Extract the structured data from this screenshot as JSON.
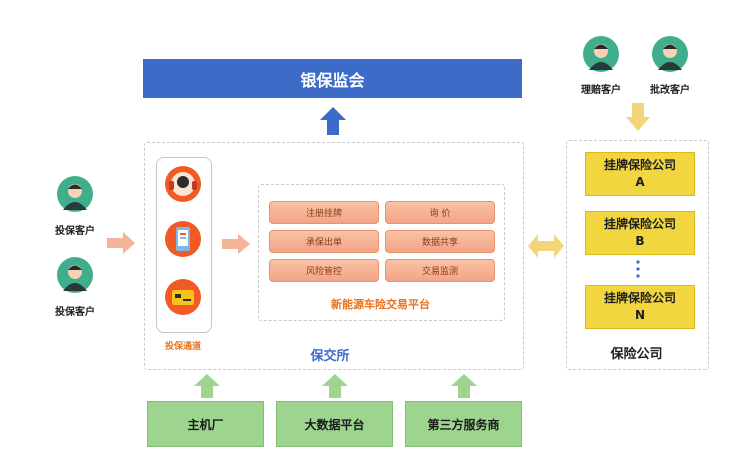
{
  "regulator": {
    "label": "银保监会"
  },
  "customers_left": [
    {
      "label": "投保客户"
    },
    {
      "label": "投保客户"
    }
  ],
  "customers_right": [
    {
      "label": "理赔客户"
    },
    {
      "label": "批改客户"
    }
  ],
  "channel": {
    "label": "投保通道"
  },
  "platform": {
    "modules": [
      "注册挂牌",
      "询 价",
      "承保出单",
      "数据共享",
      "风险管控",
      "交易监测"
    ],
    "label": "新能源车险交易平台"
  },
  "exchange": {
    "label": "保交所"
  },
  "insurers": [
    {
      "line1": "挂牌保险公司",
      "line2": "A"
    },
    {
      "line1": "挂牌保险公司",
      "line2": "B"
    },
    {
      "line1": "挂牌保险公司",
      "line2": "N"
    }
  ],
  "insurers_label": "保险公司",
  "bottom": [
    {
      "label": "主机厂"
    },
    {
      "label": "大数据平台"
    },
    {
      "label": "第三方服务商"
    }
  ],
  "colors": {
    "regulator": "#3d6bc8",
    "module": "#f3a585",
    "insurer": "#f1d640",
    "bottom": "#9dd48f",
    "arrow_orange": "#f4b496",
    "arrow_yellow": "#f3d67a",
    "arrow_green": "#9dd48f",
    "avatar": "#3fae8c"
  }
}
